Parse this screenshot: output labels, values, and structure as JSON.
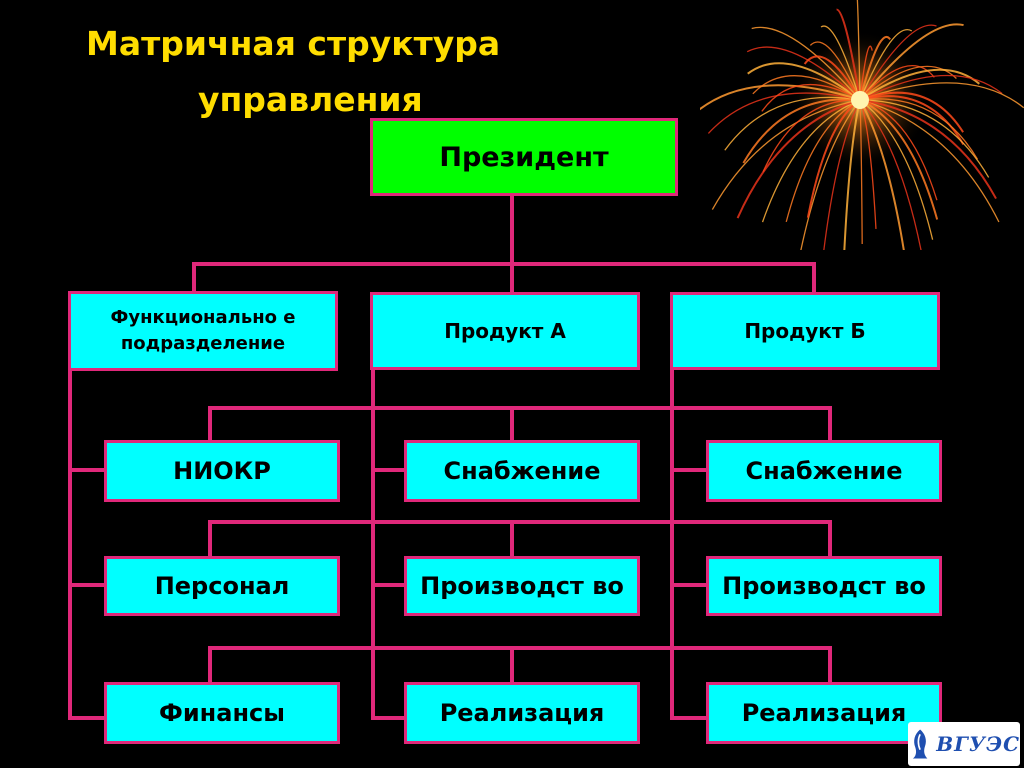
{
  "title": {
    "line1": "Матричная  структура",
    "line2": "управления"
  },
  "boxes": {
    "president": "Президент",
    "functional": "Функционально е подразделение",
    "product_a": "Продукт А",
    "product_b": "Продукт Б",
    "niokr": "НИОКР",
    "supply_a": "Снабжение",
    "supply_b": "Снабжение",
    "personnel": "Персонал",
    "production_a": "Производст во",
    "production_b": "Производст во",
    "finance": "Финансы",
    "sales_a": "Реализация",
    "sales_b": "Реализация"
  },
  "logo": {
    "text": "ВГУЭС",
    "icon": "university-emblem-icon"
  },
  "decor": {
    "icon": "firework-icon"
  },
  "colors": {
    "background": "#000000",
    "title": "#ffdd00",
    "connector": "#e0287a",
    "box_fill": "#00ffff",
    "president_fill": "#00ff00",
    "box_border": "#e0287a"
  }
}
